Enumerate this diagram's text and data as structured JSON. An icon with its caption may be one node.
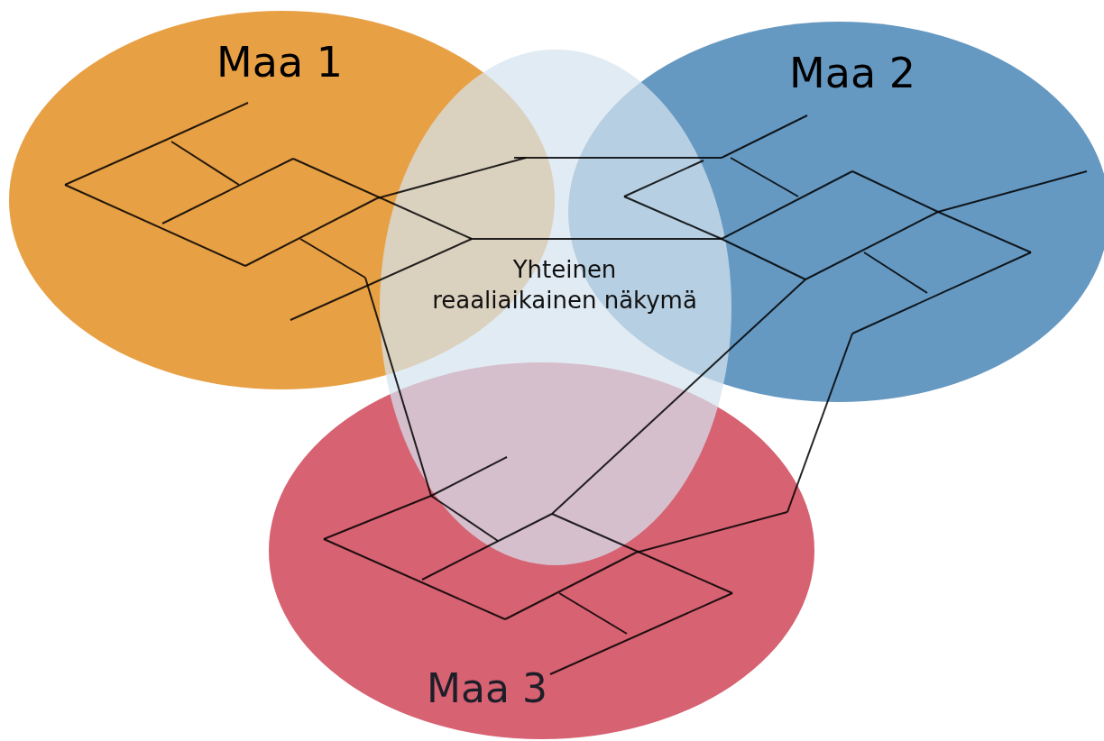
{
  "diagram": {
    "nodes": [
      {
        "text": [
          "Maa 1"
        ]
      },
      {
        "text": [
          "Maa 2"
        ]
      },
      {
        "text": [
          "Yhteinen reaaliaikainen näkymä"
        ]
      },
      {
        "text": [
          "Maa 3"
        ]
      }
    ]
  }
}
